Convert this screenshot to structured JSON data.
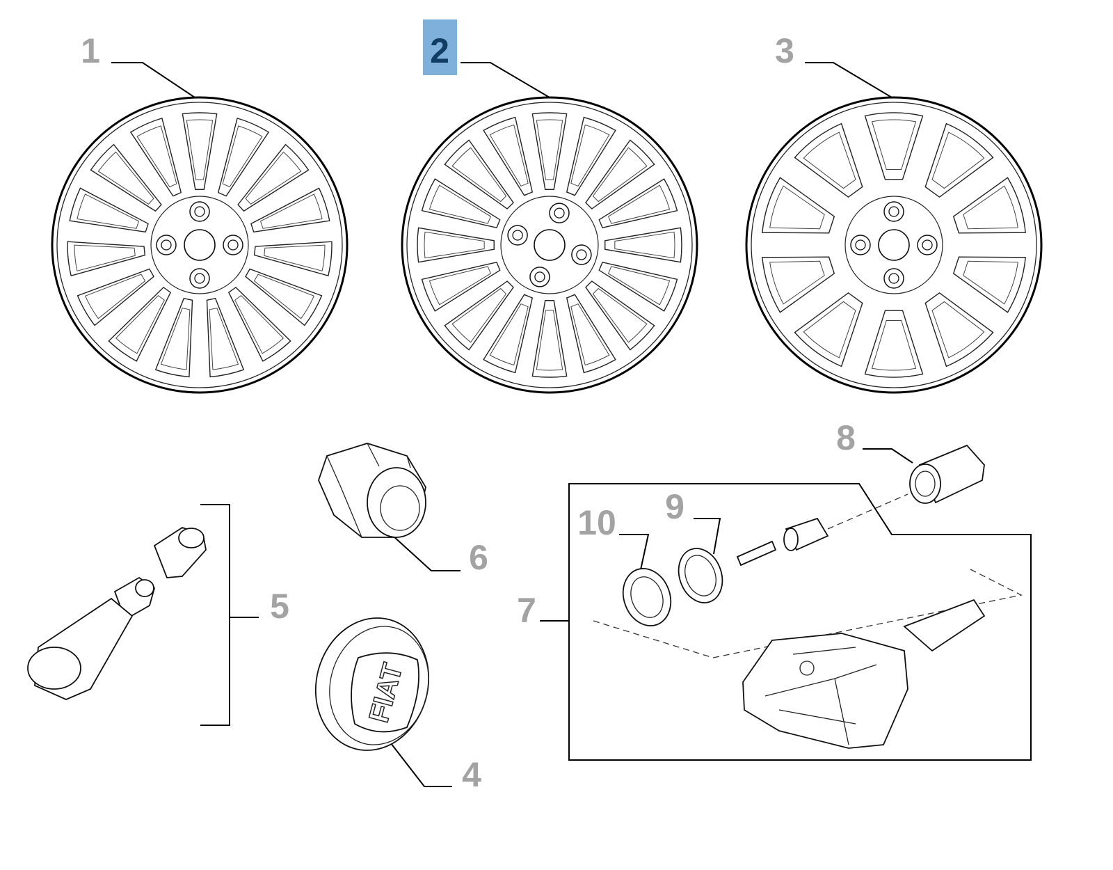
{
  "diagram": {
    "highlight_color": "#7fb0dc",
    "highlight_text_color": "#123d63",
    "label_color": "#a3a3a3",
    "callouts": [
      {
        "number": "1",
        "part": "wheel-rim-15-spoke",
        "highlighted": false
      },
      {
        "number": "2",
        "part": "wheel-rim-16-spoke",
        "highlighted": true
      },
      {
        "number": "3",
        "part": "wheel-rim-10-window",
        "highlighted": false
      },
      {
        "number": "4",
        "part": "hub-cap",
        "highlighted": false
      },
      {
        "number": "5",
        "part": "valve-kit",
        "highlighted": false
      },
      {
        "number": "6",
        "part": "wheel-nut",
        "highlighted": false
      },
      {
        "number": "7",
        "part": "tpms-sensor-kit",
        "highlighted": false
      },
      {
        "number": "8",
        "part": "valve-cap",
        "highlighted": false
      },
      {
        "number": "9",
        "part": "seal-ring",
        "highlighted": false
      },
      {
        "number": "10",
        "part": "washer",
        "highlighted": false
      }
    ],
    "hubcap_logo": "FIAT"
  }
}
